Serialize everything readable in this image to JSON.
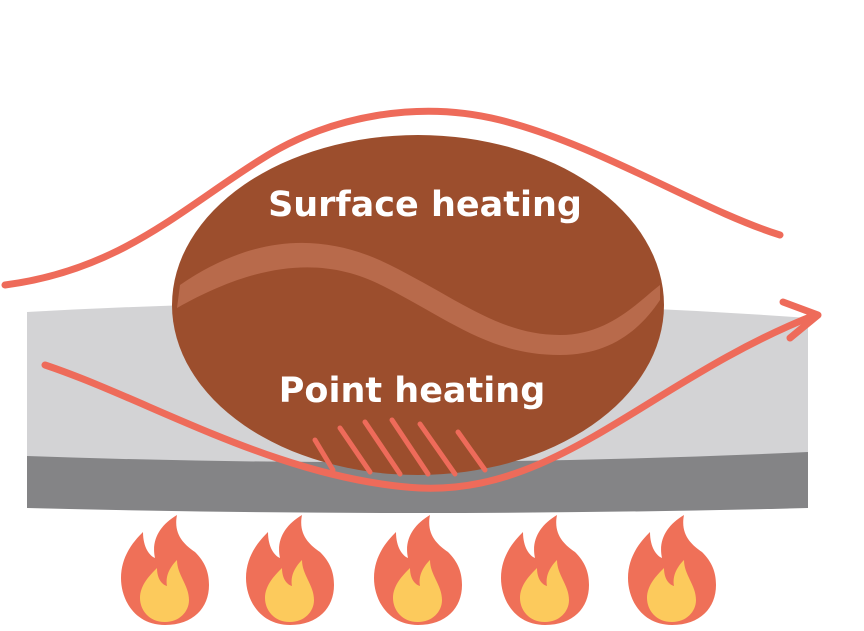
{
  "labels": {
    "surface": "Surface heating",
    "point": "Point heating"
  },
  "colors": {
    "arrow": "#ee6b5a",
    "bean": "#9c4e2d",
    "bean_stripe": "#b86a4b",
    "pan_top": "#d3d3d5",
    "pan_base": "#848486",
    "flame_outer": "#ef7058",
    "flame_inner": "#fcca5c"
  },
  "flames": [
    1,
    2,
    3,
    4,
    5
  ]
}
